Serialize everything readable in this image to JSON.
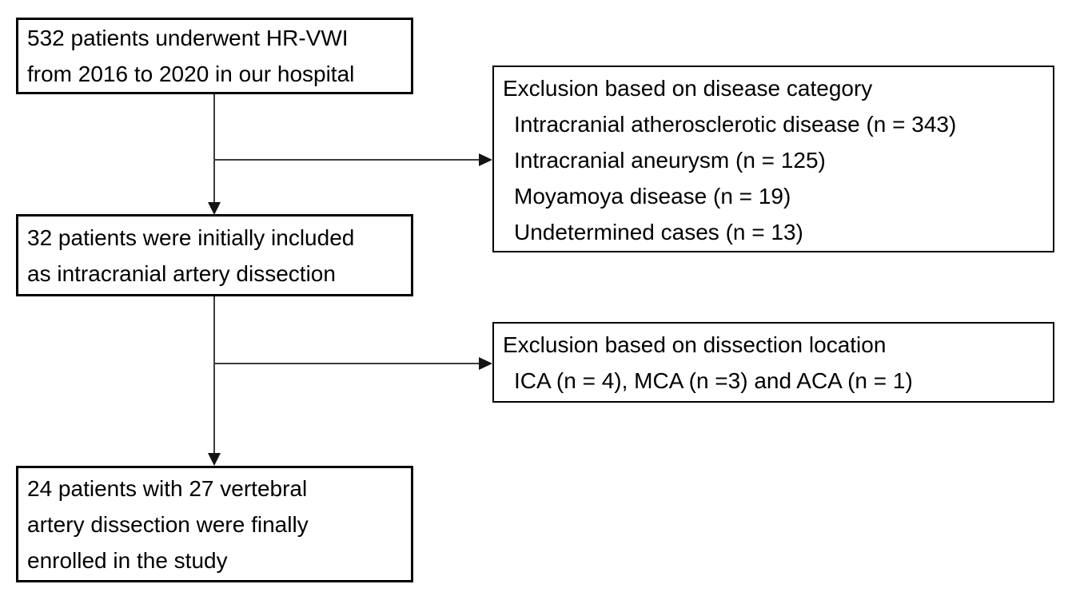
{
  "palette": {
    "background": "#ffffff",
    "text": "#000000",
    "box_border": "#000000",
    "connector_line": "#3d3d3d",
    "arrowhead": "#141414"
  },
  "flowchart": {
    "main_boxes": [
      {
        "text": "532 patients underwent HR-VWI\nfrom 2016 to 2020 in our hospital"
      },
      {
        "text": "32 patients were initially included\nas intracranial artery dissection"
      },
      {
        "text": "24 patients with 27 vertebral\nartery dissection were finally\nenrolled in the study"
      }
    ],
    "exclusion_boxes": [
      {
        "title": "Exclusion based on disease category",
        "items": [
          "Intracranial atherosclerotic disease (n = 343)",
          "Intracranial aneurysm (n = 125)",
          "Moyamoya disease (n = 19)",
          "Undetermined cases (n = 13)"
        ]
      },
      {
        "title": "Exclusion based on dissection location",
        "items": [
          "ICA (n = 4), MCA (n =3) and ACA (n = 1)"
        ]
      }
    ]
  }
}
